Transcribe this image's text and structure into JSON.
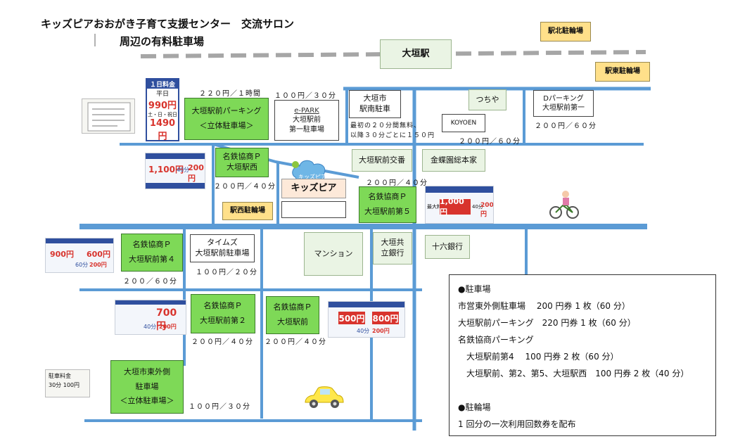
{
  "header": {
    "title": "キッズピアおおがき子育て支援センター　交流サロン",
    "subtitle": "周辺の有料駐車場"
  },
  "landmarks": {
    "station": "大垣駅",
    "kidspia": "キッズピア",
    "kidspia_logo": "キッズピア",
    "mansion": "マンション",
    "tsuchiya": "つちや",
    "koyoen": "KOYOEN",
    "kinchoen": "金蝶園総本家",
    "koban": "大垣駅前交番",
    "juroku": "十六銀行",
    "ogakikyoritsu": [
      "大垣共",
      "立銀行"
    ]
  },
  "bicycle_lots": {
    "north": "駅北駐輪場",
    "east": "駅東駐輪場",
    "west": "駅西駐輪場"
  },
  "parking": {
    "ogaki_ekimae": {
      "name": [
        "大垣駅前パーキング",
        "＜立体駐車場＞"
      ],
      "price": "２２０円／１時間"
    },
    "meitetsu_west": {
      "name": [
        "名鉄協商Ｐ",
        "大垣駅西"
      ],
      "price": "２００円／４０分"
    },
    "eparking": {
      "name": [
        "e-PARK",
        "大垣駅前",
        "第一駐車場"
      ],
      "price": "１００円／３０分"
    },
    "city_south": {
      "name": [
        "大垣市",
        "駅南駐車"
      ],
      "note": [
        "最初の２０分間無料、",
        "以降３０分ごとに１５０円"
      ]
    },
    "d_parking": {
      "name": [
        "Dパーキング",
        "大垣駅前第一"
      ],
      "price": "２００円／６０分"
    },
    "koyoen_price": "２００円／６０分",
    "meitetsu_5": {
      "name": [
        "名鉄協商Ｐ",
        "大垣駅前第５"
      ],
      "price": "２００円／４０分"
    },
    "meitetsu_4": {
      "name": [
        "名鉄協商Ｐ",
        "大垣駅前第４"
      ],
      "price": "２００／６０分"
    },
    "times": {
      "name": [
        "タイムズ",
        "大垣駅前駐車場"
      ],
      "price": "１００円／２０分"
    },
    "meitetsu_2": {
      "name": [
        "名鉄協商Ｐ",
        "大垣駅前第２"
      ],
      "price": "２００円／４０分"
    },
    "meitetsu_ekimae": {
      "name": [
        "名鉄協商Ｐ",
        "大垣駅前"
      ],
      "price": "２００円／４０分"
    },
    "city_east": {
      "name": [
        "大垣市東外側",
        "駐車場",
        "＜立体駐車場＞"
      ],
      "price": "１００円／３０分"
    }
  },
  "photos": {
    "sign_990": {
      "head": "１日料金",
      "a": "平日",
      "b": "990円",
      "c": "土・日・祝日",
      "d": "1490円"
    },
    "sign_1100": {
      "a": "1,100円",
      "b": "40分",
      "c": "200円"
    },
    "sign_1000": {
      "a": "最大料金",
      "b": "1,000円",
      "c": "40分",
      "d": "200円"
    },
    "sign_600": {
      "a": "900円",
      "b": "600円",
      "c": "60分",
      "d": "200円"
    },
    "sign_700": {
      "a": "700円",
      "b": "40分",
      "c": "200円"
    },
    "sign_500": {
      "a": "500円",
      "b": "800円",
      "c": "40分",
      "d": "200円"
    },
    "sign_city": {
      "a": "駐車料金",
      "b": "30分",
      "c": "100円"
    }
  },
  "legend": {
    "parking_heading": "●駐車場",
    "lines": [
      "市営東外側駐車場　 200 円券 1 枚（60 分）",
      "大垣駅前パーキング　220 円券 1 枚（60 分）",
      "名鉄協商パーキング",
      "　大垣駅前第4　 100 円券 2 枚（60 分）",
      "　大垣駅前、第2、第5、大垣駅西　100 円券 2 枚（40 分）"
    ],
    "bike_heading": "●駐輪場",
    "bike_line": "1 回分の一次利用回数券を配布"
  },
  "colors": {
    "road": "#5b9bd5",
    "rail": "#a6a6a6",
    "parking_box": "#7ed957",
    "bike_box": "#ffe08a",
    "kidspia_box": "#fde9d9",
    "sign_red": "#d8342d",
    "sign_blue": "#2f4f9e"
  }
}
